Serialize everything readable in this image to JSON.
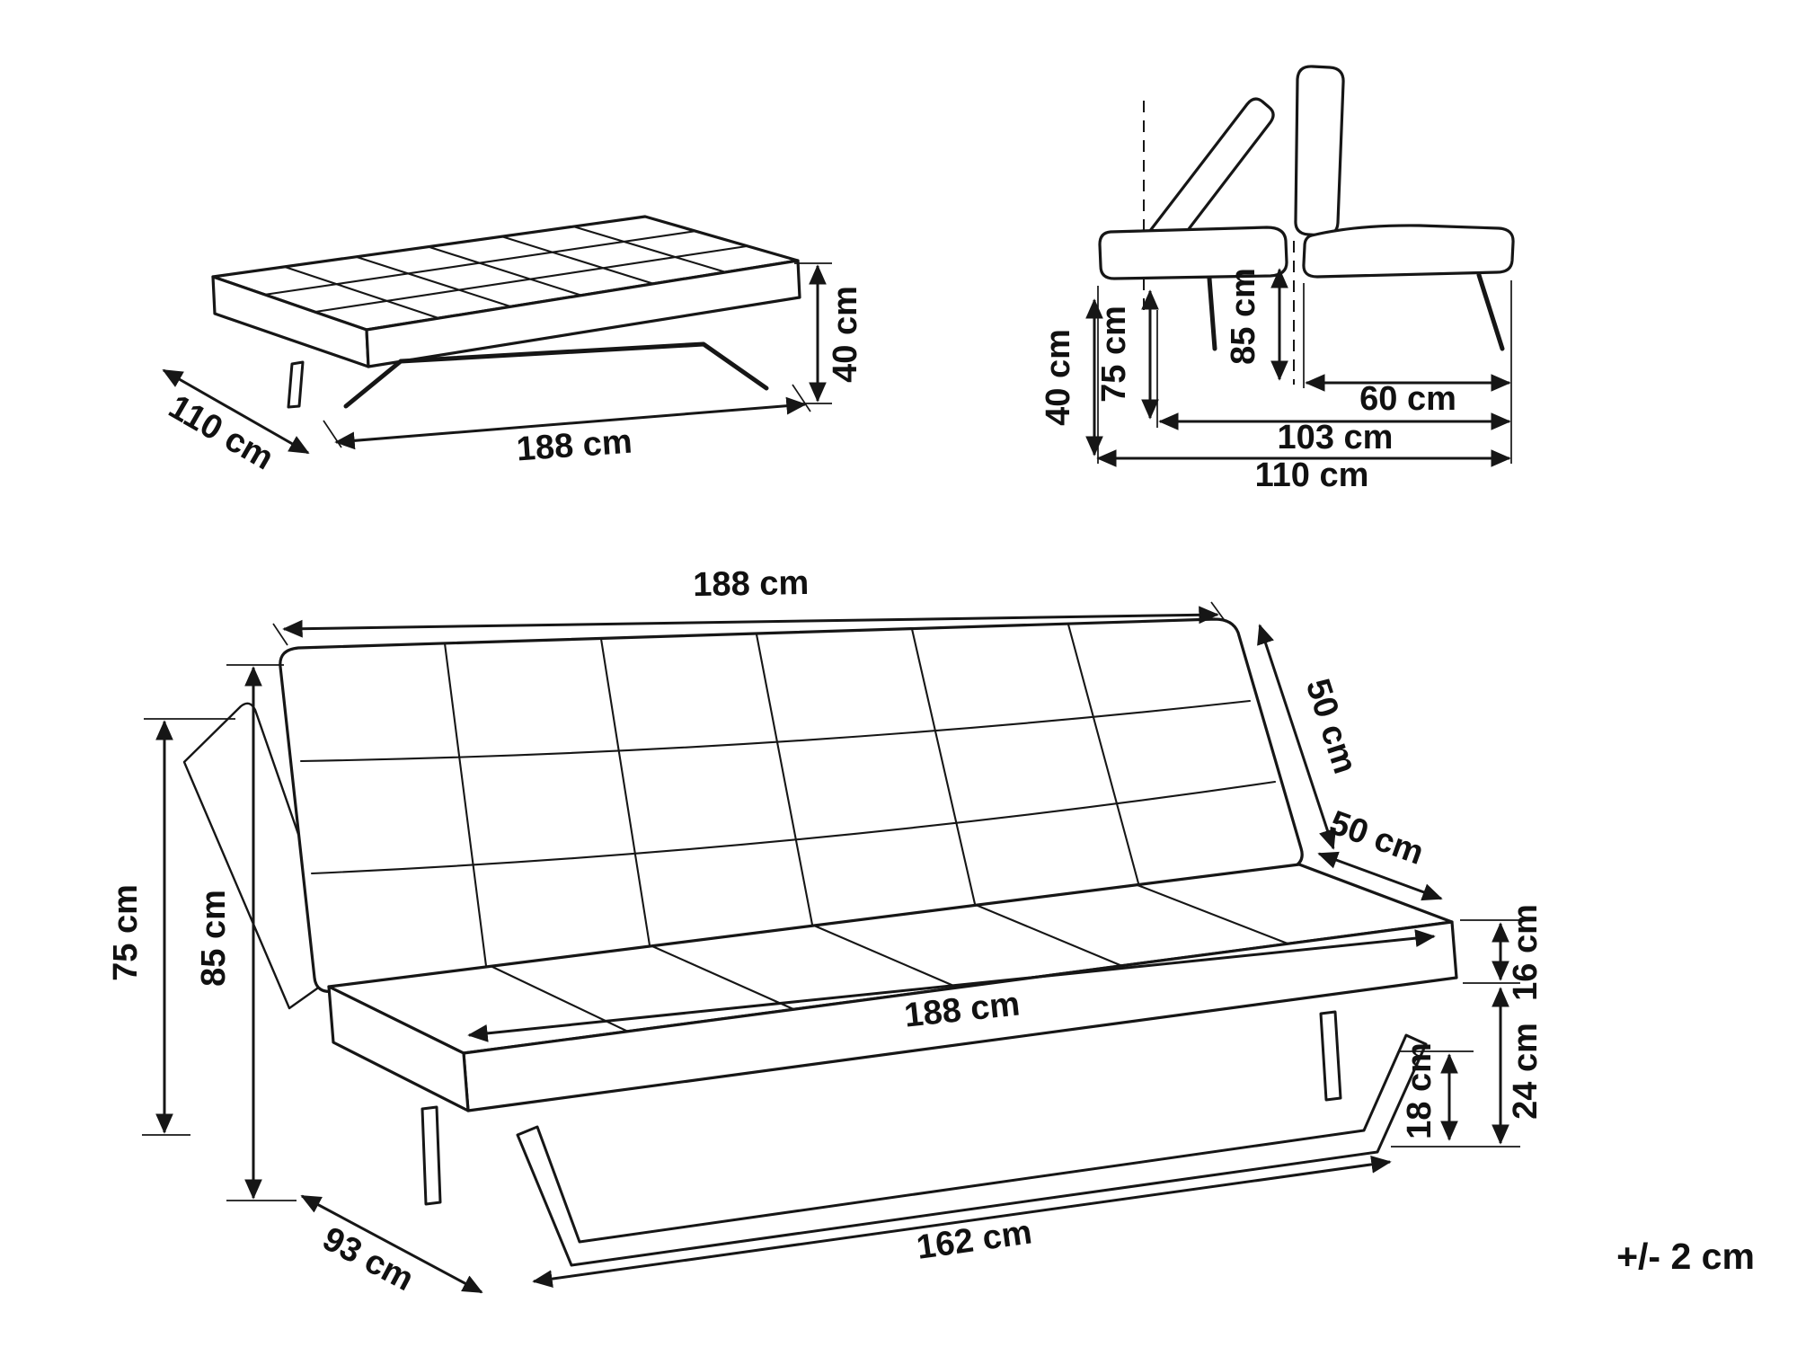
{
  "tolerance_note": "+/- 2 cm",
  "bed_view": {
    "height": "40 cm",
    "depth": "110 cm",
    "width": "188 cm"
  },
  "side_view": {
    "height_folded": "40 cm",
    "height_mid": "75 cm",
    "height_back": "85 cm",
    "seat_depth": "60 cm",
    "depth_mid": "103 cm",
    "depth_total": "110 cm"
  },
  "sofa_view": {
    "width_top": "188 cm",
    "back_height": "50 cm",
    "seat_depth": "50 cm",
    "height_left": "75 cm",
    "height_total": "85 cm",
    "seat_width": "188 cm",
    "seat_thickness": "16 cm",
    "underseat_height": "24 cm",
    "leg_height": "18 cm",
    "depth": "93 cm",
    "base_width": "162 cm"
  }
}
